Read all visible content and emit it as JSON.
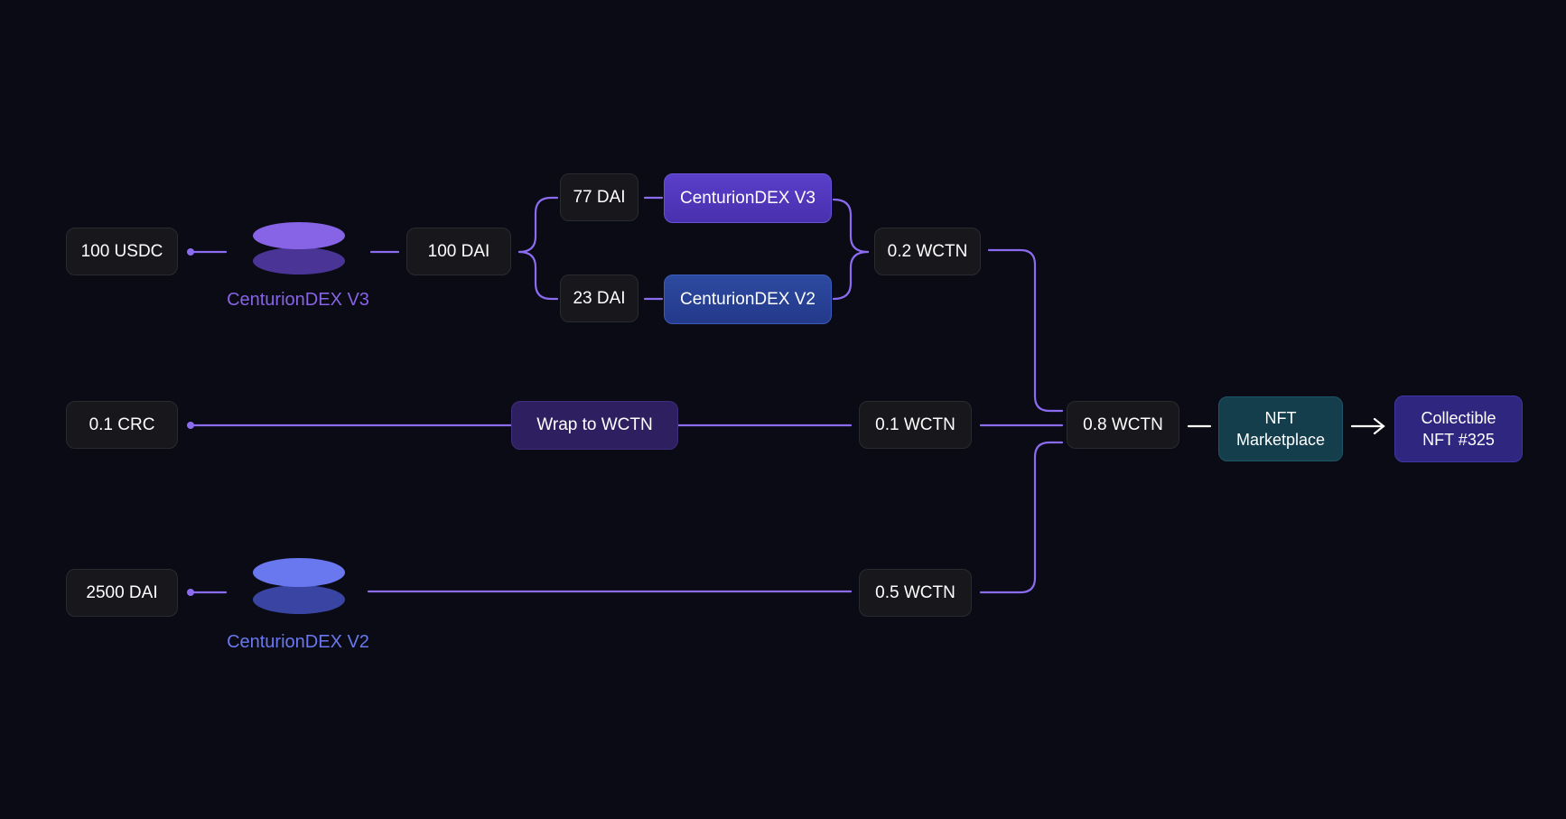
{
  "diagram": {
    "inputs": {
      "usdc": "100 USDC",
      "crc": "0.1 CRC",
      "dai_input": "2500 DAI"
    },
    "pools": {
      "v3_label": "CenturionDEX V3",
      "v2_label": "CenturionDEX V2",
      "v3_color": "#8763e6",
      "v2_color": "#6a78f0"
    },
    "route_top": {
      "dai_total": "100 DAI",
      "split_a": "77 DAI",
      "split_b": "23 DAI",
      "dex_a": "CenturionDEX V3",
      "dex_b": "CenturionDEX V2",
      "output": "0.2 WCTN"
    },
    "route_middle": {
      "wrap": "Wrap to WCTN",
      "output": "0.1 WCTN"
    },
    "route_bottom": {
      "output": "0.5 WCTN"
    },
    "merge": {
      "total": "0.8 WCTN"
    },
    "destination": {
      "market_line1": "NFT",
      "market_line2": "Marketplace",
      "nft_line1": "Collectible",
      "nft_line2": "NFT #325"
    },
    "colors": {
      "background": "#0a0b14",
      "wire": "#8b6cf0",
      "token_box": "#17171c",
      "arrow": "#ffffff"
    }
  }
}
